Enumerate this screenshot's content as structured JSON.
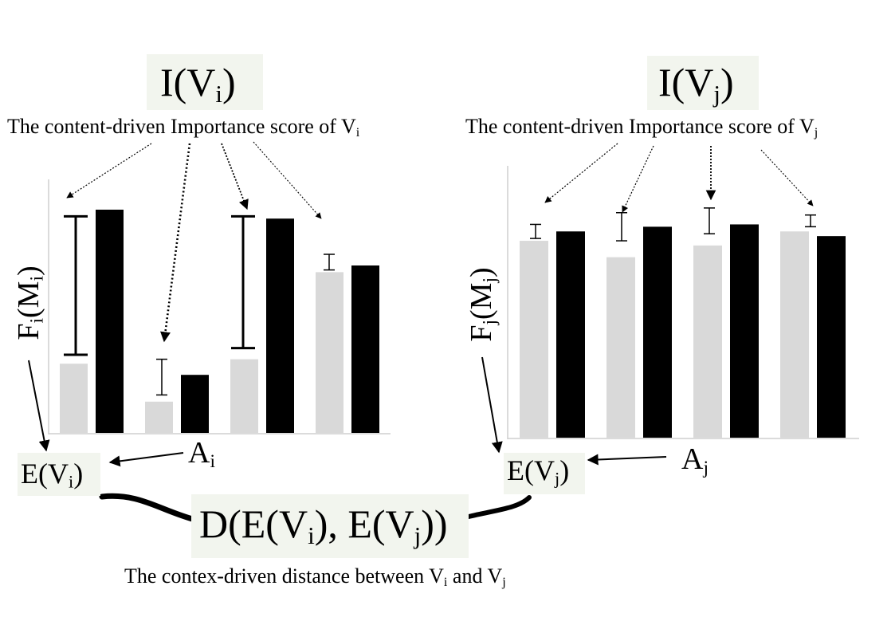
{
  "panel_i": {
    "title": {
      "main": "I(V",
      "sub": "i",
      "tail": ")"
    },
    "caption": {
      "main": "The content-driven Importance score of V",
      "sub": "i"
    },
    "axis": {
      "a": "F",
      "b": "i",
      "c": "(M",
      "d": "i",
      "e": ")"
    },
    "embed": {
      "main": "E(V",
      "sub": "i",
      "tail": ")"
    },
    "attr": {
      "main": "A",
      "sub": "i"
    },
    "bars": {
      "gray": [
        0.31,
        0.14,
        0.33,
        0.72
      ],
      "black": [
        1.0,
        0.26,
        0.96,
        0.75
      ],
      "error": [
        [
          0.35,
          0.97
        ],
        [
          0.17,
          0.33
        ],
        [
          0.38,
          0.97
        ],
        [
          0.73,
          0.8
        ]
      ]
    }
  },
  "panel_j": {
    "title": {
      "main": "I(V",
      "sub": "j",
      "tail": ")"
    },
    "caption": {
      "main": "The content-driven Importance score of  V",
      "sub": "j"
    },
    "axis": {
      "a": "F",
      "b": "j",
      "c": "(M",
      "d": "j",
      "e": ")"
    },
    "embed": {
      "main": "E(V",
      "sub": "j",
      "tail": ")"
    },
    "attr": {
      "main": "A",
      "sub": "j"
    },
    "bars": {
      "gray": [
        0.84,
        0.77,
        0.82,
        0.88
      ],
      "black": [
        0.88,
        0.9,
        0.91,
        0.86
      ],
      "error": [
        [
          0.85,
          0.91
        ],
        [
          0.84,
          0.96
        ],
        [
          0.87,
          0.98
        ],
        [
          0.9,
          0.95
        ]
      ]
    }
  },
  "distance": {
    "label": {
      "p1": "D(E(V",
      "s1": "i",
      "p2": "), E(V",
      "s2": "j",
      "p3": "))"
    },
    "caption": {
      "p1": "The contex-driven distance between V",
      "s1": "i",
      "p2": " and V",
      "s2": "j"
    }
  },
  "colors": {
    "gray_bar": "#d9d9d9",
    "black_bar": "#000000",
    "label_box": "#f2f5ee"
  }
}
